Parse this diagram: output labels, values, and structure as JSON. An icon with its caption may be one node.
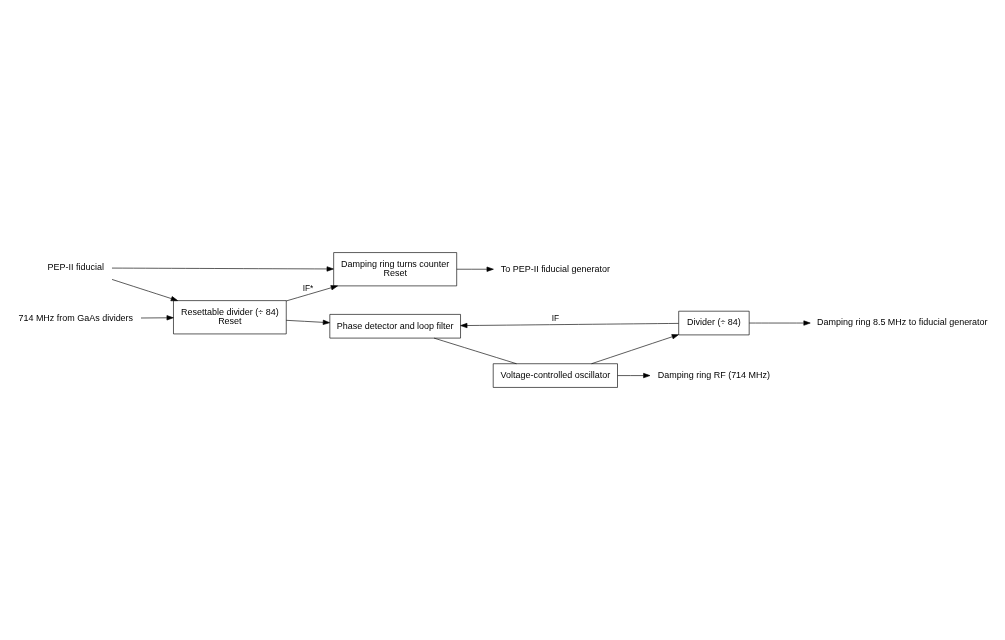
{
  "diagram": {
    "nodes": [
      {
        "text": [
          "Resettable divider (÷ 84)",
          "Reset"
        ]
      },
      {
        "text": [
          "Damping ring turns counter",
          "Reset"
        ]
      },
      {
        "text": [
          "Phase detector and loop filter"
        ]
      },
      {
        "text": [
          "Voltage-controlled oscillator"
        ]
      },
      {
        "text": [
          "Divider (÷ 84)"
        ]
      },
      {
        "text": [
          "714 MHz from GaAs dividers"
        ]
      },
      {
        "text": [
          "PEP-II fiducial"
        ]
      },
      {
        "text": [
          "To PEP-II fiducial generator"
        ]
      },
      {
        "text": [
          "Damping ring RF (714 MHz)"
        ]
      },
      {
        "text": [
          "Damping ring 8.5 MHz to fiducial generator"
        ]
      }
    ],
    "edges": [
      {
        "from": 5,
        "to": 0,
        "arrow": "to"
      },
      {
        "from": 6,
        "to": 0,
        "arrow": "to"
      },
      {
        "from": 6,
        "to": 1,
        "arrow": "to"
      },
      {
        "from": 0,
        "to": 1,
        "arrow": "to",
        "label": "IF*"
      },
      {
        "from": 0,
        "to": 2,
        "arrow": "to"
      },
      {
        "from": 1,
        "to": 7,
        "arrow": "to"
      },
      {
        "from": 2,
        "to": 3,
        "arrow": "none"
      },
      {
        "from": 3,
        "to": 8,
        "arrow": "to"
      },
      {
        "from": 3,
        "to": 4,
        "arrow": "to"
      },
      {
        "from": 4,
        "to": 2,
        "arrow": "to",
        "label": "IF"
      },
      {
        "from": 4,
        "to": 9,
        "arrow": "to"
      }
    ]
  }
}
